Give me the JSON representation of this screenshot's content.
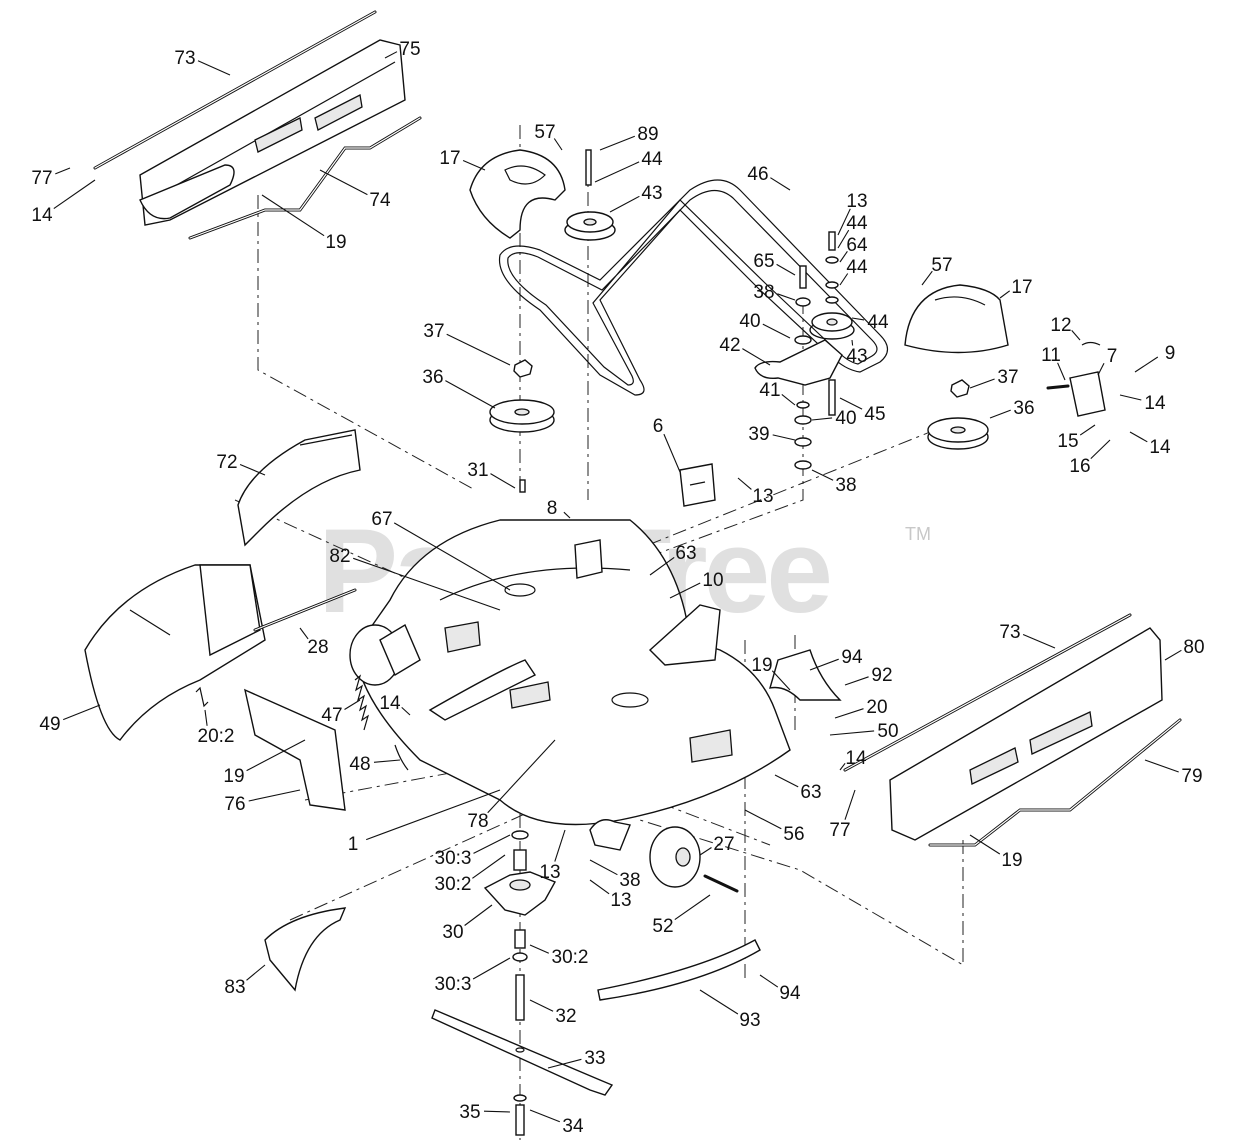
{
  "watermark": {
    "text": "PartsTree",
    "trademark": "TM"
  },
  "callouts": [
    {
      "label": "73"
    },
    {
      "label": "75"
    },
    {
      "label": "77"
    },
    {
      "label": "14"
    },
    {
      "label": "74"
    },
    {
      "label": "19"
    },
    {
      "label": "57"
    },
    {
      "label": "89"
    },
    {
      "label": "17"
    },
    {
      "label": "44"
    },
    {
      "label": "43"
    },
    {
      "label": "46"
    },
    {
      "label": "13"
    },
    {
      "label": "44"
    },
    {
      "label": "64"
    },
    {
      "label": "44"
    },
    {
      "label": "65"
    },
    {
      "label": "57"
    },
    {
      "label": "17"
    },
    {
      "label": "38"
    },
    {
      "label": "44"
    },
    {
      "label": "40"
    },
    {
      "label": "43"
    },
    {
      "label": "42"
    },
    {
      "label": "12"
    },
    {
      "label": "11"
    },
    {
      "label": "7"
    },
    {
      "label": "9"
    },
    {
      "label": "37"
    },
    {
      "label": "37"
    },
    {
      "label": "36"
    },
    {
      "label": "41"
    },
    {
      "label": "45"
    },
    {
      "label": "14"
    },
    {
      "label": "36"
    },
    {
      "label": "40"
    },
    {
      "label": "15"
    },
    {
      "label": "14"
    },
    {
      "label": "39"
    },
    {
      "label": "16"
    },
    {
      "label": "6"
    },
    {
      "label": "72"
    },
    {
      "label": "31"
    },
    {
      "label": "13"
    },
    {
      "label": "38"
    },
    {
      "label": "8"
    },
    {
      "label": "67"
    },
    {
      "label": "82"
    },
    {
      "label": "63"
    },
    {
      "label": "10"
    },
    {
      "label": "73"
    },
    {
      "label": "28"
    },
    {
      "label": "80"
    },
    {
      "label": "94"
    },
    {
      "label": "92"
    },
    {
      "label": "19"
    },
    {
      "label": "49"
    },
    {
      "label": "47"
    },
    {
      "label": "14"
    },
    {
      "label": "20"
    },
    {
      "label": "50"
    },
    {
      "label": "20:2"
    },
    {
      "label": "19"
    },
    {
      "label": "48"
    },
    {
      "label": "14"
    },
    {
      "label": "79"
    },
    {
      "label": "63"
    },
    {
      "label": "76"
    },
    {
      "label": "77"
    },
    {
      "label": "78"
    },
    {
      "label": "56"
    },
    {
      "label": "1"
    },
    {
      "label": "19"
    },
    {
      "label": "27"
    },
    {
      "label": "30:3"
    },
    {
      "label": "13"
    },
    {
      "label": "38"
    },
    {
      "label": "30:2"
    },
    {
      "label": "13"
    },
    {
      "label": "52"
    },
    {
      "label": "30"
    },
    {
      "label": "30:2"
    },
    {
      "label": "83"
    },
    {
      "label": "30:3"
    },
    {
      "label": "94"
    },
    {
      "label": "32"
    },
    {
      "label": "93"
    },
    {
      "label": "33"
    },
    {
      "label": "35"
    },
    {
      "label": "34"
    }
  ]
}
